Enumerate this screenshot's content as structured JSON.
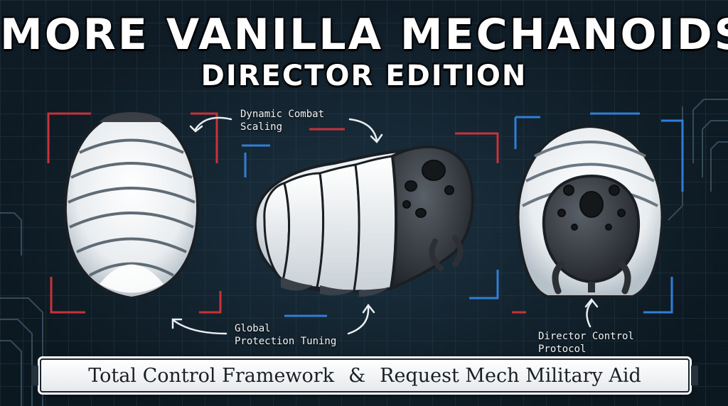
{
  "title": {
    "main": "MORE VANILLA MECHANOIDS",
    "sub": "DIRECTOR EDITION"
  },
  "callouts": {
    "dynamic_combat_scaling": [
      "Dynamic Combat",
      "Scaling"
    ],
    "global_protection_tuning": [
      "Global",
      "Protection Tuning"
    ],
    "director_control_protocol": [
      "Director Control",
      "Protocol"
    ]
  },
  "banner": {
    "left": "Total Control Framework",
    "connector": "&",
    "right": "Request Mech Military Aid"
  },
  "colors": {
    "background": "#0f1c26",
    "grid": "#2a3f4e",
    "accent_red": "#c8323a",
    "accent_blue": "#2f7fd6",
    "shell_white": "#f4f6f8",
    "shell_shadow": "#9aa6b0",
    "head_dark": "#2c3035",
    "outline": "#1a1f24"
  }
}
